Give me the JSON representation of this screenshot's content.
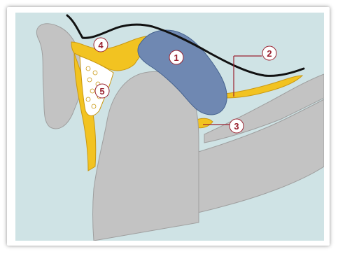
{
  "colors": {
    "background": "#cfe3e5",
    "bone": "#c3c3c3",
    "boneEdge": "#9f9f9f",
    "disc": "#6f88b2",
    "discEdge": "#45628e",
    "fat": "#f2c321",
    "fatEdge": "#c99812",
    "skin": "#111111",
    "labelText": "#9a2230",
    "labelFill": "#ffffff"
  },
  "labels": [
    {
      "id": "1",
      "text": "1"
    },
    {
      "id": "2",
      "text": "2"
    },
    {
      "id": "3",
      "text": "3"
    },
    {
      "id": "4",
      "text": "4"
    },
    {
      "id": "5",
      "text": "5"
    }
  ]
}
